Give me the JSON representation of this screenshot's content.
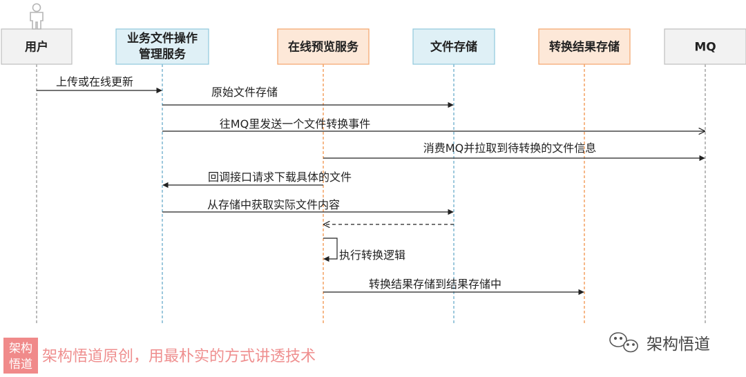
{
  "participants": [
    {
      "id": "user",
      "lines": [
        "用户"
      ],
      "fill": "#f2f2f2",
      "stroke": "#bfbfbf",
      "lifeline": "#8c8c8c",
      "actor_icon": "person-icon"
    },
    {
      "id": "biz",
      "lines": [
        "业务文件操作",
        "管理服务"
      ],
      "fill": "#dff0f6",
      "stroke": "#8fc7dc",
      "lifeline": "#5aa3c6"
    },
    {
      "id": "preview",
      "lines": [
        "在线预览服务"
      ],
      "fill": "#fde8d8",
      "stroke": "#f4a46a",
      "lifeline": "#f0883a"
    },
    {
      "id": "storage",
      "lines": [
        "文件存储"
      ],
      "fill": "#dff0f6",
      "stroke": "#8fc7dc",
      "lifeline": "#5aa3c6"
    },
    {
      "id": "result",
      "lines": [
        "转换结果存储"
      ],
      "fill": "#fde8d8",
      "stroke": "#f4a46a",
      "lifeline": "#f0883a"
    },
    {
      "id": "mq",
      "lines": [
        "MQ"
      ],
      "fill": "#f2f2f2",
      "stroke": "#bfbfbf",
      "lifeline": "#8c8c8c"
    }
  ],
  "messages": [
    {
      "from": "user",
      "to": "biz",
      "label": "上传或在线更新",
      "style": "solid",
      "arrow": "filled"
    },
    {
      "from": "biz",
      "to": "storage",
      "label": "原始文件存储",
      "style": "solid",
      "arrow": "filled"
    },
    {
      "from": "biz",
      "to": "mq",
      "label": "往MQ里发送一个文件转换事件",
      "style": "solid",
      "arrow": "open"
    },
    {
      "from": "preview",
      "to": "mq",
      "label": "消费MQ并拉取到待转换的文件信息",
      "style": "solid",
      "arrow": "filled"
    },
    {
      "from": "preview",
      "to": "biz",
      "label": "回调接口请求下载具体的文件",
      "style": "solid",
      "arrow": "filled"
    },
    {
      "from": "biz",
      "to": "storage",
      "label": "从存储中获取实际文件内容",
      "style": "solid",
      "arrow": "filled"
    },
    {
      "from": "storage",
      "to": "preview",
      "label": "",
      "style": "dashed",
      "arrow": "open"
    },
    {
      "from": "preview",
      "to": "preview",
      "label": "执行转换逻辑",
      "style": "solid",
      "arrow": "filled",
      "self": true
    },
    {
      "from": "preview",
      "to": "result",
      "label": "转换结果存储到结果存储中",
      "style": "solid",
      "arrow": "filled"
    }
  ],
  "watermark": {
    "badge_lines": [
      "架构",
      "悟道"
    ],
    "badge_color": "#f08a8a",
    "slogan": "架构悟道原创，用最朴实的方式讲透技术",
    "wechat_icon": "wechat-icon",
    "wechat_name": "架构悟道"
  }
}
